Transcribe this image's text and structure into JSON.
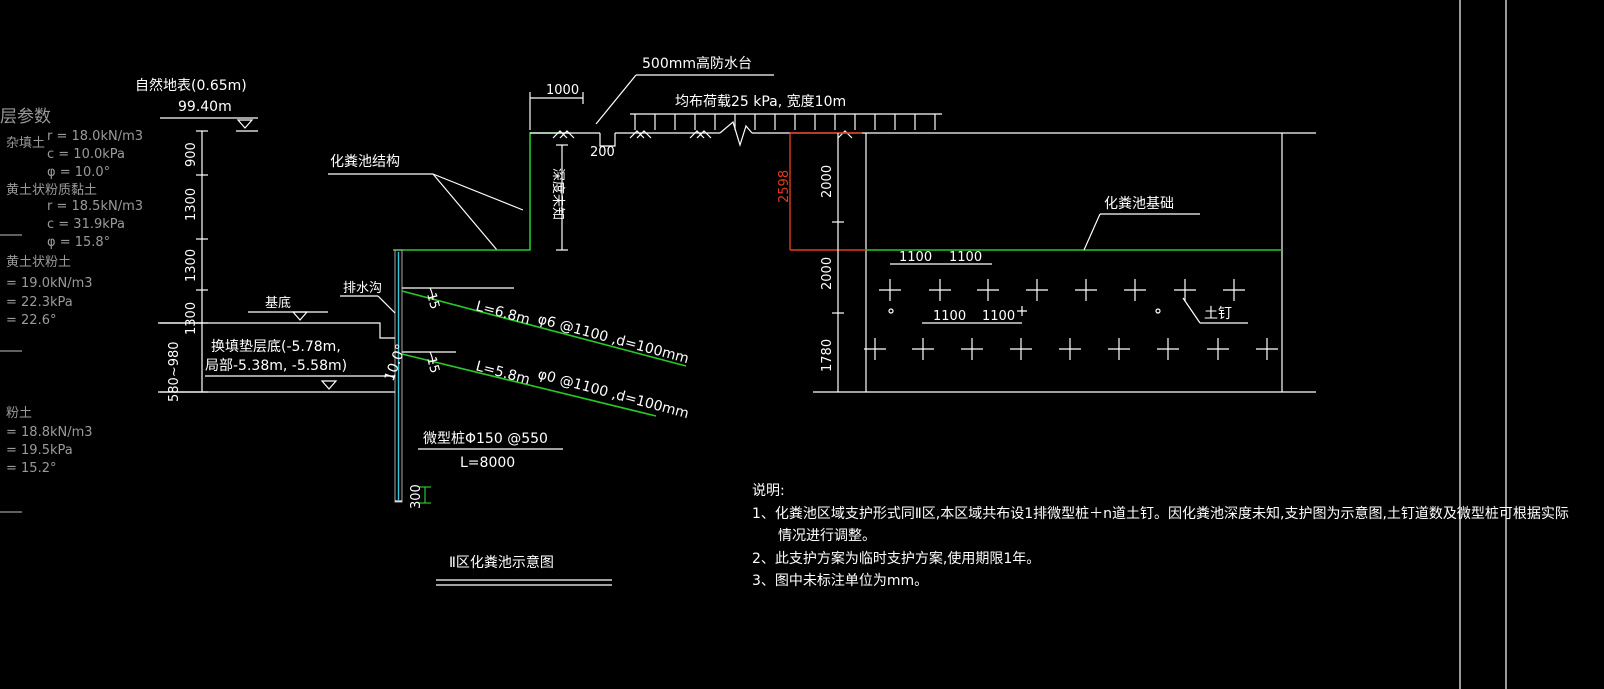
{
  "colors": {
    "background": "#000000",
    "line": "#ffffff",
    "green": "#27c927",
    "red": "#e23a1a",
    "cyan": "#35c6d8",
    "gray_text": "#9a9a9a"
  },
  "left_params": {
    "title": "层参数",
    "layers": [
      {
        "name": "杂填土",
        "r": "r = 18.0kN/m3",
        "c": "c = 10.0kPa",
        "phi": "φ = 10.0°"
      },
      {
        "name": "黄土状粉质黏土",
        "r": "r = 18.5kN/m3",
        "c": "c = 31.9kPa",
        "phi": "φ = 15.8°"
      },
      {
        "name": "黄土状粉土",
        "r": "= 19.0kN/m3",
        "c": "= 22.3kPa",
        "phi": "= 22.6°"
      },
      {
        "name": "粉土",
        "r": "= 18.8kN/m3",
        "c": "= 19.5kPa",
        "phi": "= 15.2°"
      }
    ]
  },
  "section": {
    "ground_label": "自然地表(0.65m)",
    "ground_elev": "99.40m",
    "dims_vertical": [
      "900",
      "1300",
      "1300",
      "1300",
      "580~980"
    ],
    "structure_label": "化粪池结构",
    "depth_label": "深度未知",
    "base_label": "基底",
    "drain_label": "排水沟",
    "backfill_line1": "换填垫层底(-5.78m,",
    "backfill_line2": "局部-5.38m, -5.58m)",
    "angle_15_a": "15",
    "angle_15_b": "15",
    "angle_10": "10.0°",
    "nail1_len": "L=6.8m",
    "nail1_spec": "φ6 @1100 ,d=100mm",
    "nail2_len": "L=5.8m",
    "nail2_spec": "φ0 @1100 ,d=100mm",
    "pile_label": "微型桩Φ150 @550",
    "pile_len": "L=8000",
    "pile_bottom_dim": "300",
    "wall_width_dim": "1000",
    "wall_step_dim": "200",
    "flood_wall": "500mm高防水台",
    "load_label": "均布荷载25 kPa, 宽度10m"
  },
  "elevation": {
    "red_dim": "2598",
    "dims_vertical": [
      "2000",
      "2000",
      "1780"
    ],
    "base_label": "化粪池基础",
    "spacing_top": [
      "1100",
      "1100"
    ],
    "spacing_bottom": [
      "1100",
      "1100"
    ],
    "nail_label": "土钉"
  },
  "title_block": {
    "title": "Ⅱ区化粪池示意图"
  },
  "notes": {
    "heading": "说明:",
    "line1": "1、化粪池区域支护形式同Ⅱ区,本区域共布设1排微型桩＋n道土钉。因化粪池深度未知,支护图为示意图,土钉道数及微型桩可根据实际",
    "line1b": "情况进行调整。",
    "line2": "2、此支护方案为临时支护方案,使用期限1年。",
    "line3": "3、图中未标注单位为mm。"
  }
}
